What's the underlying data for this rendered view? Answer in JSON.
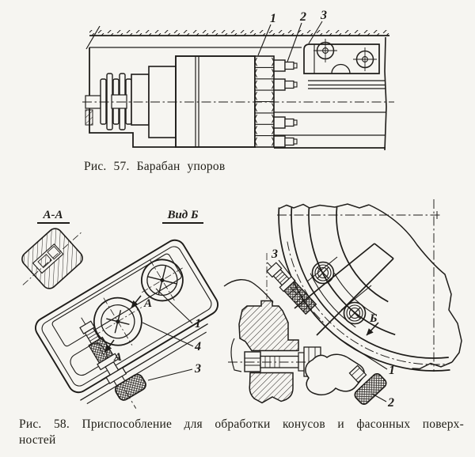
{
  "figure57": {
    "caption": "Рис. 57. Барабан упоров",
    "callouts": {
      "c1": "1",
      "c2": "2",
      "c3": "3"
    }
  },
  "figure58": {
    "caption_line1": "Рис. 58. Приспособление для обработки конусов и фасонных поверх-",
    "caption_line2": "ностей",
    "left": {
      "section_label": "А-А",
      "view_label": "Вид Б",
      "arrow_a_top": "А",
      "arrow_a_bottom": "А",
      "callouts": {
        "c1": "1",
        "c4": "4",
        "c3": "3"
      }
    },
    "right": {
      "arrow_b": "Б",
      "callouts": {
        "c1": "1",
        "c2": "2",
        "c3": "3"
      }
    }
  },
  "colors": {
    "paper": "#f6f5f1",
    "ink": "#1e1c19"
  }
}
